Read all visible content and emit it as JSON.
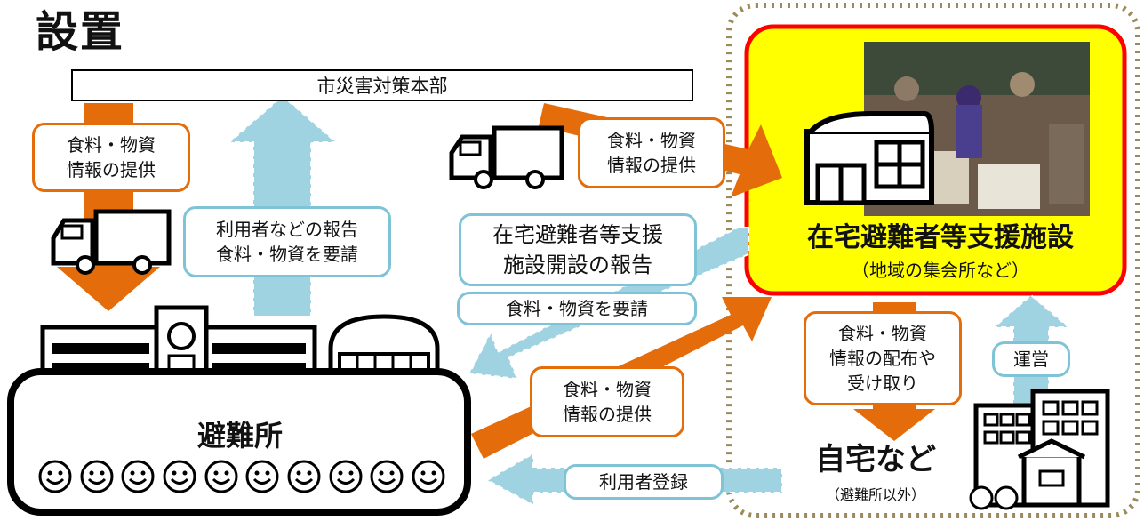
{
  "title": "設置",
  "hq_label": "市災害対策本部",
  "supply_label_1": [
    "食料・物資",
    "情報の提供"
  ],
  "report_label": [
    "利用者などの報告",
    "食料・物資を要請"
  ],
  "supply_label_2": [
    "食料・物資",
    "情報の提供"
  ],
  "opening_report_label": [
    "在宅避難者等支援",
    "施設開設の報告"
  ],
  "request_label": "食料・物資を要請",
  "supply_label_3": [
    "食料・物資",
    "情報の提供"
  ],
  "registration_label": "利用者登録",
  "distribution_label": [
    "食料・物資",
    "情報の配布や",
    "受け取り"
  ],
  "operation_label": "運営",
  "shelter": {
    "label": "避難所",
    "face_count": 10
  },
  "facility": {
    "label": "在宅避難者等支援施設",
    "sublabel": "（地域の集会所など）"
  },
  "home": {
    "label": "自宅など",
    "sublabel": "（避難所以外）"
  },
  "colors": {
    "orange": "#e46c0a",
    "blue": "#9fd3e2",
    "yellow": "#ffff00",
    "red": "#ff0000",
    "dotted_border": "#9b8a5a"
  }
}
